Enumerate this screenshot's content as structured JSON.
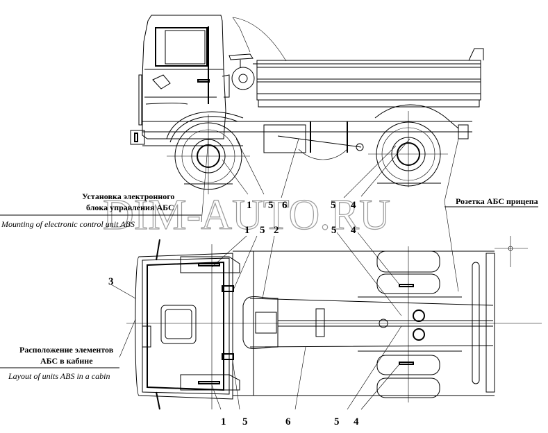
{
  "diagram": {
    "subject": "Truck ABS components layout (side view and top view)",
    "watermark": "DIM-AUTO.RU",
    "captions": {
      "ecu_ru_line1": "Установка электронного",
      "ecu_ru_line2": "блока управления АБС",
      "ecu_en": "Mounting of electronic control unit ABS",
      "trailer_socket_ru": "Розетка АБС прицепа",
      "cabin_ru_line1": "Расположение элементов",
      "cabin_ru_line2": "АБС в кабине",
      "cabin_en": "Layout of units ABS in a cabin"
    },
    "side_view_callouts": [
      "1",
      "5",
      "6",
      "5",
      "4"
    ],
    "top_view_upper_callouts": [
      "1",
      "5",
      "2",
      "5",
      "4"
    ],
    "top_view_left_callouts": [
      "3"
    ],
    "top_view_lower_callouts": [
      "1",
      "5",
      "6",
      "5",
      "4"
    ]
  }
}
